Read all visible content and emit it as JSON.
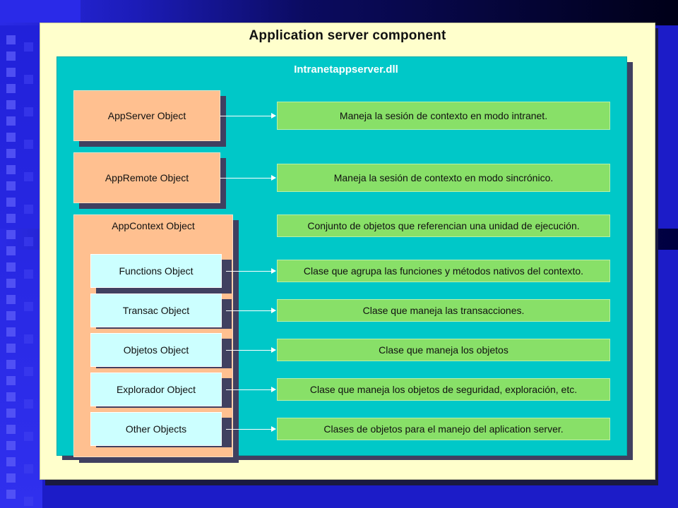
{
  "title": "Application server component",
  "dll_label": "Intranetappserver.dll",
  "context_label": "AppContext Object",
  "top_objects": [
    {
      "label": "AppServer Object",
      "description": "Maneja la sesión de contexto en modo intranet."
    },
    {
      "label": "AppRemote Object",
      "description": "Maneja la sesión de contexto en modo sincrónico."
    }
  ],
  "context_description": "Conjunto de objetos que referencian una unidad de ejecución.",
  "context_objects": [
    {
      "label": "Functions Object",
      "description": "Clase que agrupa las funciones y métodos nativos del contexto."
    },
    {
      "label": "Transac Object",
      "description": "Clase que maneja las transacciones."
    },
    {
      "label": "Objetos Object",
      "description": "Clase que maneja los objetos"
    },
    {
      "label": "Explorador Object",
      "description": "Clase que maneja los objetos de seguridad, exploración, etc."
    },
    {
      "label": "Other Objects",
      "description": "Clases de objetos para el manejo del aplication server."
    }
  ],
  "colors": {
    "slide_background": "#2323e0",
    "panel": "#ffffcc",
    "container": "#00c8c8",
    "object_box": "#ffc090",
    "sub_object_box": "#ccffff",
    "description_box": "#88e068"
  }
}
